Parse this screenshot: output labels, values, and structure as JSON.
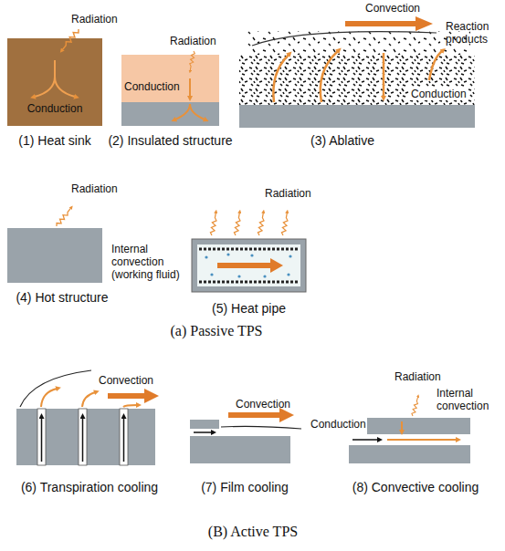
{
  "diagram": {
    "nodes": [
      {
        "text": [
          "Conduction",
          "(1) Heat sink"
        ]
      },
      {
        "text": [
          "Conduction",
          "(2) Insulated structure"
        ]
      },
      {
        "text": [
          "Conduction",
          "(3) Ablative"
        ]
      },
      {
        "text": [
          "(4) Hot structure"
        ]
      },
      {
        "text": [
          "(5) Heat pipe"
        ]
      },
      {
        "text": [
          "(6) Transpiration cooling"
        ]
      },
      {
        "text": [
          "(7) Film cooling"
        ]
      },
      {
        "text": [
          "(8) Convective cooling"
        ]
      }
    ],
    "labels": [
      "Radiation",
      "Radiation",
      "Convection",
      "Reaction products",
      "Radiation",
      "Radiation",
      "Internal convection (working fluid)",
      "(a) Passive TPS",
      "Convection",
      "Convection",
      "Radiation",
      "Internal convection",
      "Conduction",
      "(B) Active TPS"
    ]
  }
}
